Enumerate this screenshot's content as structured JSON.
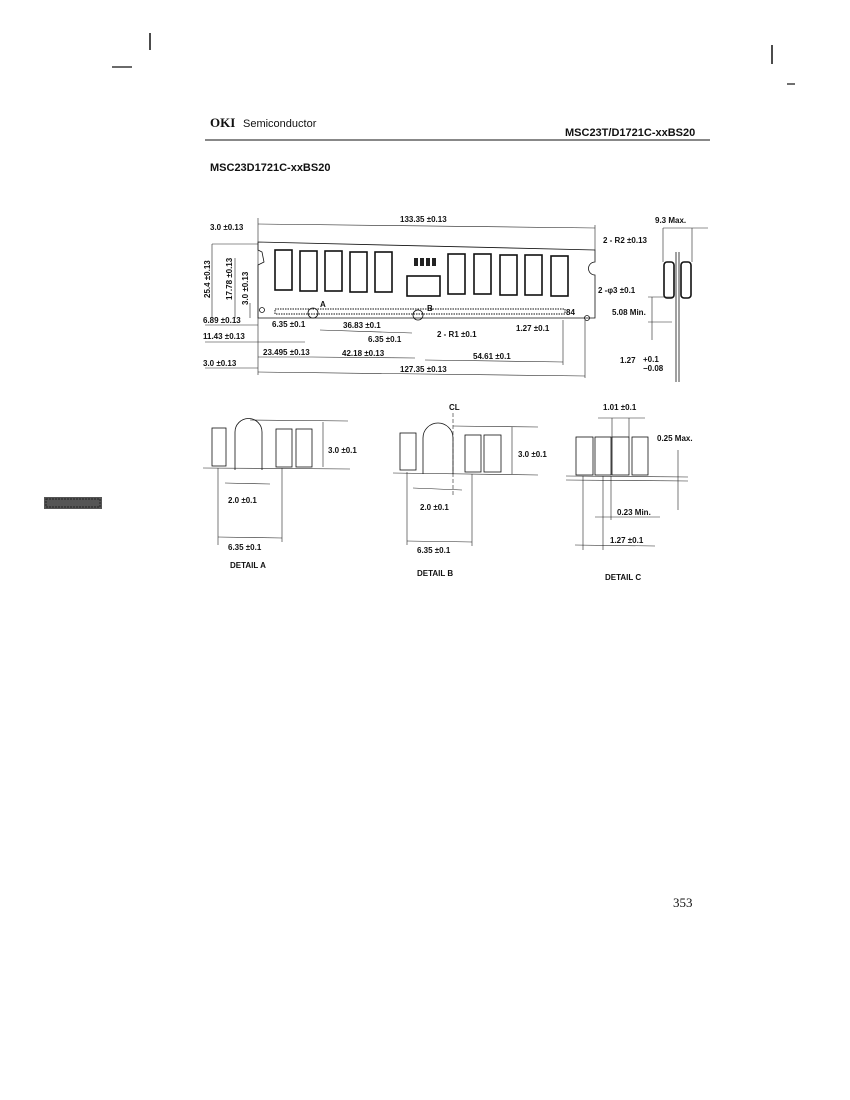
{
  "header": {
    "brand": "OKI",
    "brand_suffix": "Semiconductor",
    "part_range": "MSC23T/D1721C-xxBS20"
  },
  "section_title": "MSC23D1721C-xxBS20",
  "main_drawing": {
    "overall_length": "133.35 ±0.13",
    "left_offset": "3.0 ±0.13",
    "thickness": "9.3 Max.",
    "notch_radius": "2 - R2 ±0.13",
    "height": "25.4 ±0.13",
    "hole_height": "17.78 ±0.13",
    "hole_to_edge": "3.0 ±0.13",
    "hole_dia": "2 -φ3 ±0.1",
    "contact_len": "5.08 Min.",
    "dim_6_89": "6.89 ±0.13",
    "dim_6_35a": "6.35 ±0.1",
    "dim_36_83": "36.83 ±0.1",
    "key_radius": "2 - R1 ±0.1",
    "pitch": "1.27 ±0.1",
    "pin_84": "84",
    "mark_a": "A",
    "mark_b": "B",
    "dim_11_43": "11.43 ±0.13",
    "dim_6_35b": "6.35 ±0.1",
    "dim_23_495": "23.495 ±0.13",
    "dim_42_18": "42.18 ±0.13",
    "dim_54_61": "54.61 ±0.1",
    "pcb_thk": "1.27",
    "pcb_tol_plus": "+0.1",
    "pcb_tol_minus": "−0.08",
    "dim_3_0_bottom": "3.0 ±0.13",
    "dim_127_35": "127.35 ±0.13"
  },
  "detail_a": {
    "height": "3.0 ±0.1",
    "width": "2.0 ±0.1",
    "spacing": "6.35 ±0.1",
    "caption": "DETAIL A"
  },
  "detail_b": {
    "cl": "CL",
    "height": "3.0 ±0.1",
    "width": "2.0 ±0.1",
    "spacing": "6.35 ±0.1",
    "caption": "DETAIL B"
  },
  "detail_c": {
    "pad_width": "1.01 ±0.1",
    "max_gap": "0.25 Max.",
    "min_gap": "0.23 Min.",
    "pitch": "1.27 ±0.1",
    "caption": "DETAIL C"
  },
  "page_number": "353"
}
